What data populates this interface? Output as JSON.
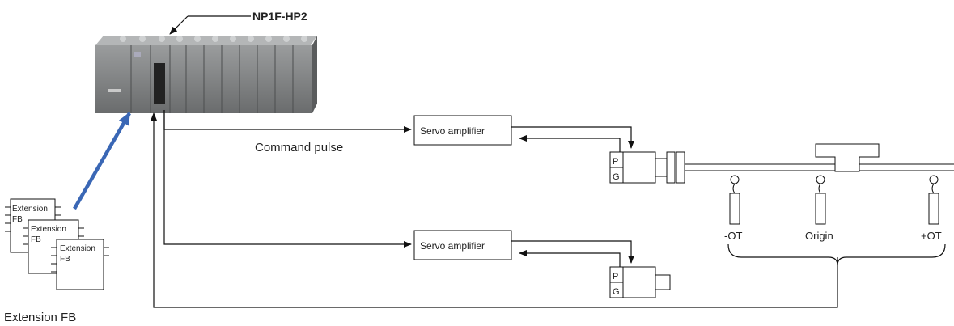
{
  "model_label": "NP1F-HP2",
  "command_pulse_label": "Command pulse",
  "servo_amplifier_top": "Servo amplifier",
  "servo_amplifier_bottom": "Servo amplifier",
  "encoder_p": "P",
  "encoder_g": "G",
  "sensor_minus_ot": "-OT",
  "sensor_origin": "Origin",
  "sensor_plus_ot": "+OT",
  "fb_block_label_line1": "Extension",
  "fb_block_label_line2": "FB",
  "extension_fb_caption": "Extension FB",
  "colors": {
    "arrow_blue": "#3a67b5",
    "plc_body": "#7d7f80"
  }
}
